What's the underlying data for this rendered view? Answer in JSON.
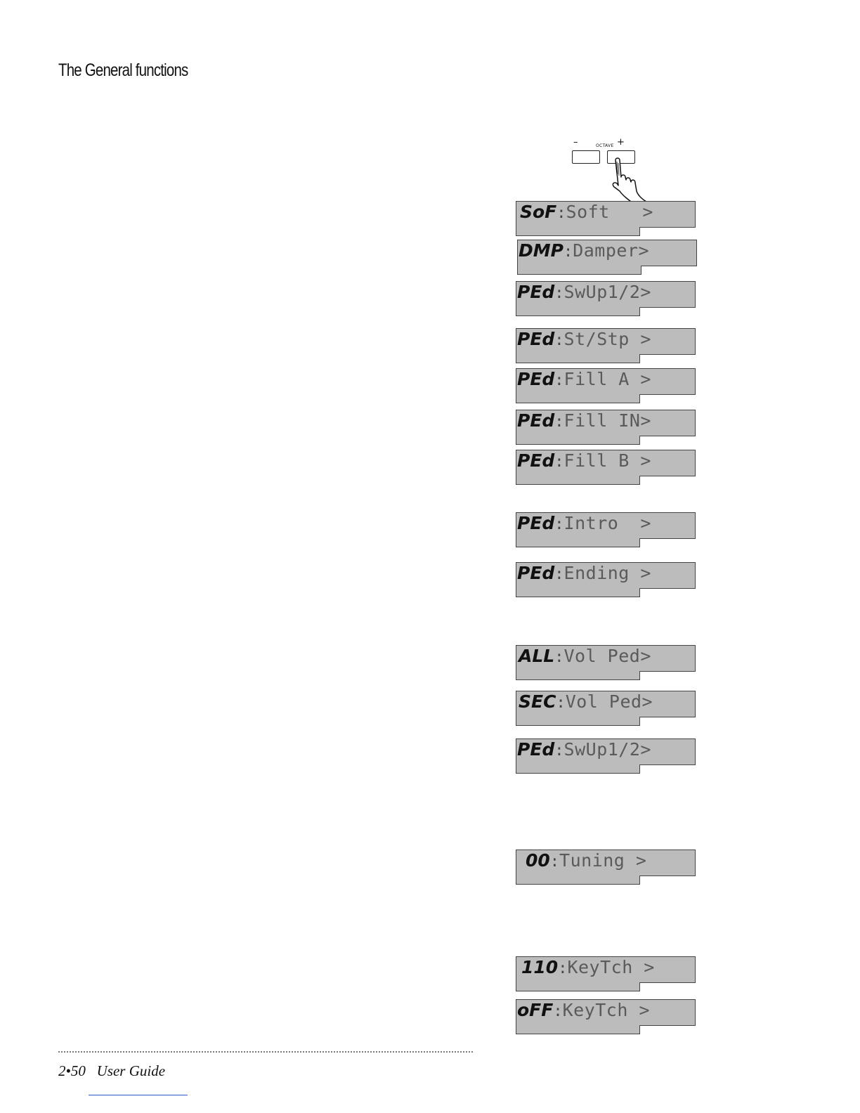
{
  "header": {
    "title": "The General functions"
  },
  "octave": {
    "minus": "–",
    "label": "OCTAVE",
    "plus": "+"
  },
  "displays": [
    {
      "code": "SoF",
      "text": "Soft   >"
    },
    {
      "code": "DMP",
      "text": "Damper>"
    },
    {
      "code": "PEd",
      "text": "SwUp1/2>"
    },
    {
      "code": "PEd",
      "text": "St/Stp >"
    },
    {
      "code": "PEd",
      "text": "Fill A >"
    },
    {
      "code": "PEd",
      "text": "Fill IN>"
    },
    {
      "code": "PEd",
      "text": "Fill B >"
    },
    {
      "code": "PEd",
      "text": "Intro  >"
    },
    {
      "code": "PEd",
      "text": "Ending >"
    },
    {
      "code": "ALL",
      "text": "Vol Ped>"
    },
    {
      "code": "SEC",
      "text": "Vol Ped>"
    },
    {
      "code": "PEd",
      "text": "SwUp1/2>"
    },
    {
      "code": "00",
      "text": "Tuning >"
    },
    {
      "code": "110",
      "text": "KeyTch >"
    },
    {
      "code": "oFF",
      "text": "KeyTch >"
    }
  ],
  "footer": {
    "page": "2•50",
    "guide": "User Guide"
  }
}
